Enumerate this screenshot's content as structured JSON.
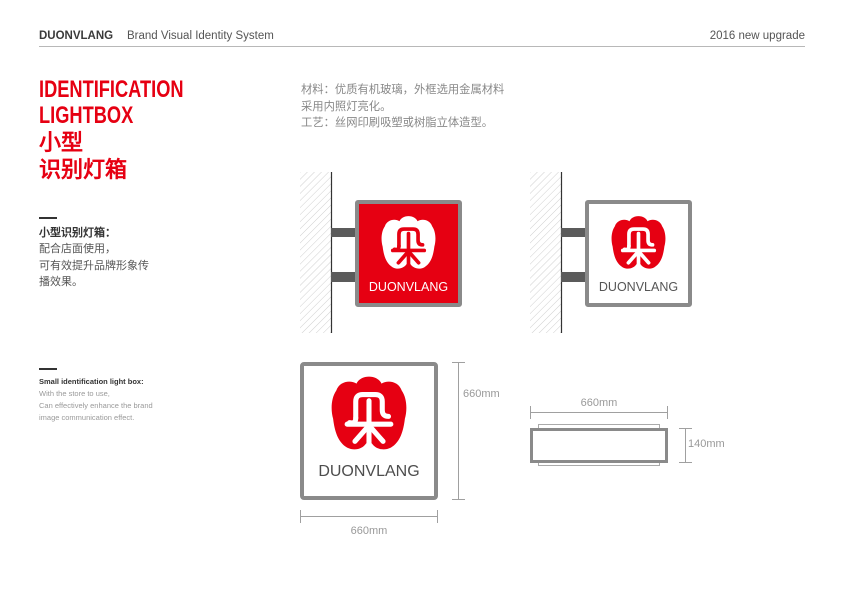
{
  "header": {
    "brand": "DUONVLANG",
    "subtitle": "Brand Visual Identity System",
    "edition": "2016 new upgrade"
  },
  "title": {
    "en": [
      "IDENTIFICATION",
      "LIGHTBOX"
    ],
    "cn": [
      "小型",
      "识别灯箱"
    ]
  },
  "intro_cn": {
    "heading": "小型识别灯箱：",
    "lines": [
      "配合店面使用，",
      "可有效提升品牌形象传",
      "播效果。"
    ]
  },
  "intro_en": {
    "heading": "Small identification light box:",
    "lines": [
      "With the store to use,",
      "Can effectively enhance the brand",
      "image communication effect."
    ]
  },
  "specs": {
    "lines": [
      "材料：优质有机玻璃，外框选用金属材料",
      "采用内照灯亮化。",
      "工艺：丝网印刷吸塑或树脂立体造型。"
    ]
  },
  "illustrations": {
    "wall_mounted_red": {
      "logo_text": "DUONVLANG"
    },
    "wall_mounted_white": {
      "logo_text": "DUONVLANG"
    },
    "front_view": {
      "logo_text": "DUONVLANG",
      "height_label": "660mm",
      "width_label": "660mm"
    },
    "side_view": {
      "width_label": "660mm",
      "depth_label": "140mm"
    }
  },
  "icons": {
    "logo": "duonvlang-logo-icon",
    "wall": "wall-section-hatch"
  },
  "colors": {
    "brand_red": "#e60012",
    "frame_gray": "#8a8a8a",
    "bracket_gray": "#5b5b5b",
    "text_dark": "#333333",
    "text_gray": "#8c8c8c",
    "dimension_gray": "#a0a0a0"
  }
}
